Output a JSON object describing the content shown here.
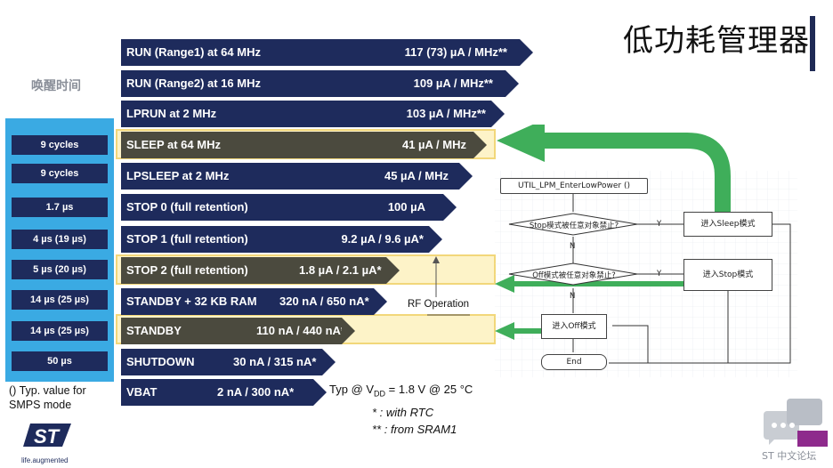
{
  "title": "低功耗管理器",
  "wake_label": "唤醒时间",
  "wake_times": [
    "9 cycles",
    "9 cycles",
    "1.7 µs",
    "4 µs (19 µs)",
    "5 µs (20 µs)",
    "14 µs (25 µs)",
    "14 µs (25 µs)",
    "50 µs"
  ],
  "modes": [
    {
      "label": "RUN (Range1) at 64 MHz",
      "value": "117 (73) µA / MHz**"
    },
    {
      "label": "RUN (Range2) at 16 MHz",
      "value": "109 µA / MHz**"
    },
    {
      "label": "LPRUN at 2 MHz",
      "value": "103  µA / MHz**"
    },
    {
      "label": "SLEEP at 64 MHz",
      "value": "41 µA / MHz"
    },
    {
      "label": "LPSLEEP at 2 MHz",
      "value": "45 µA / MHz"
    },
    {
      "label": "STOP 0 (full retention)",
      "value": "100 µA"
    },
    {
      "label": "STOP 1 (full retention)",
      "value": "9.2 µA / 9.6 µA*"
    },
    {
      "label": "STOP 2 (full retention)",
      "value": "1.8 µA / 2.1 µA*"
    },
    {
      "label": "STANDBY + 32 KB RAM",
      "value": "320 nA / 650 nA*"
    },
    {
      "label": "STANDBY",
      "value": "110 nA / 440 nA*"
    },
    {
      "label": "SHUTDOWN",
      "value": "30 nA / 315 nA*"
    },
    {
      "label": "VBAT",
      "value": "2 nA / 300 nA*"
    }
  ],
  "note": "() Typ. value for SMPS mode",
  "typ_prefix": "Typ @ V",
  "typ_sub": "DD",
  "typ_suffix": " = 1.8 V @ 25 °C",
  "footnote1": "*  : with RTC",
  "footnote2": "** : from SRAM1",
  "rf_label": "RF Operation",
  "flowchart": {
    "start": "UTIL_LPM_EnterLowPower  ()",
    "decision1": "Stop模式被任意对象禁止?",
    "decision2": "Off模式被任意对象禁止?",
    "sleep": "进入Sleep模式",
    "stop": "进入Stop模式",
    "off": "进入Off模式",
    "end": "End",
    "yes": "Y",
    "no": "N"
  },
  "logo_tagline": "life.augmented",
  "forum_label": "ST 中文论坛",
  "colors": {
    "bar": "#1e2b5c",
    "bar_active": "#4b4a3e",
    "highlight": "#fdf3c8",
    "highlight_border": "#f2d77a",
    "wake_panel": "#3aaae3",
    "arrow": "#3fae5a"
  }
}
